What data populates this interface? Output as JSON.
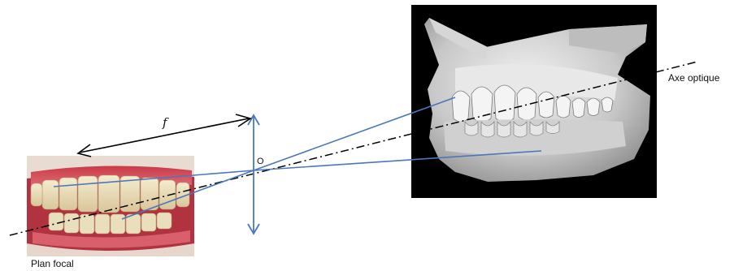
{
  "labels": {
    "focal_plane": "Plan focal",
    "optical_axis": "Axe optique",
    "lens_center": "O",
    "focal_length": "f"
  }
}
